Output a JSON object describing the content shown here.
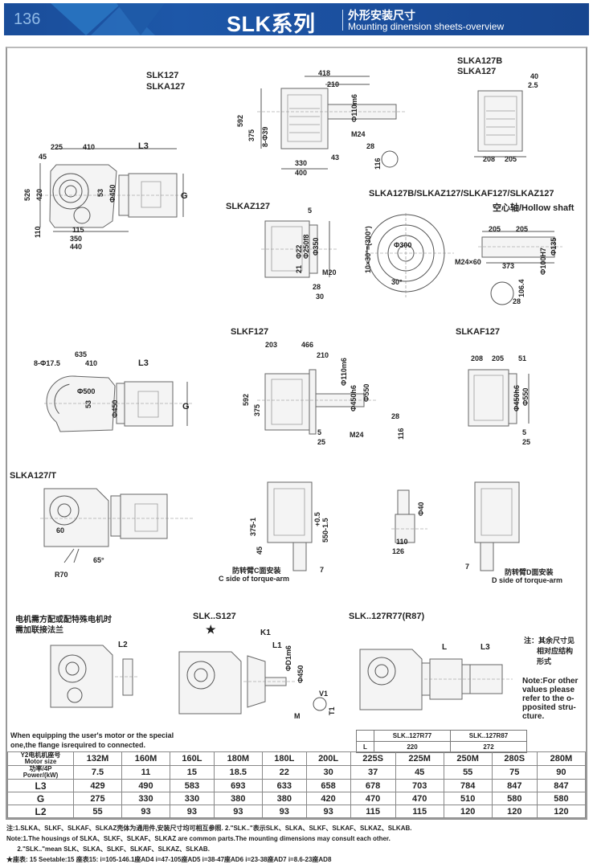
{
  "header": {
    "page_number": "136",
    "series_title": "SLK系列",
    "subtitle_cn": "外形安装尺寸",
    "subtitle_en": "Mounting dinension sheets-overview",
    "brand_color": "#1b4f9e"
  },
  "views": {
    "slk127": {
      "labels": [
        "SLK127",
        "SLKA127"
      ],
      "dims": {
        "d225": "225",
        "d410": "410",
        "L3": "L3",
        "d45": "45",
        "d526": "526",
        "d420": "420",
        "d110": "110",
        "d115": "115",
        "d350": "350",
        "d440": "440",
        "d53": "53",
        "phi450": "Φ450",
        "G": "G"
      }
    },
    "top_center": {
      "dims": {
        "d418": "418",
        "d210": "210",
        "phi110": "Φ110m6",
        "d592": "592",
        "d375": "375",
        "holes": "8-Φ39",
        "M24": "M24",
        "d330": "330",
        "d43": "43",
        "d400": "400",
        "d28": "28",
        "d116": "116"
      }
    },
    "slka127b": {
      "labels": [
        "SLKA127B",
        "SLKA127"
      ],
      "dims": {
        "d40": "40",
        "d25": "2.5",
        "d208": "208",
        "d205": "205"
      }
    },
    "slkaz127": {
      "label": "SLKAZ127",
      "dims": {
        "d5": "5",
        "phi22": "Φ22",
        "phi250": "Φ250f8",
        "phi350": "Φ350",
        "d21": "21",
        "M20": "M20",
        "d28": "28",
        "d30": "30"
      }
    },
    "flange_circle": {
      "dims": {
        "angle_spacing": "10×30°=(300°)",
        "phi300": "Φ300",
        "angle": "30°"
      }
    },
    "hollow_shaft": {
      "label": "SLKA127B/SLKAZ127/SLKAF127/SLKAZ127",
      "sublabel": "空心轴/Hollow shaft",
      "dims": {
        "d205a": "205",
        "d205b": "205",
        "phi135": "Φ135",
        "phi100": "Φ100H7",
        "M24x60": "M24×60",
        "d373": "373",
        "d106": "106.4",
        "d28": "28"
      }
    },
    "slkf127_left": {
      "dims": {
        "d635": "635",
        "holes": "8-Φ17.5",
        "d410": "410",
        "L3": "L3",
        "phi500": "Φ500",
        "d53": "53",
        "phi450": "Φ450",
        "G": "G"
      }
    },
    "slkf127": {
      "label": "SLKF127",
      "dims": {
        "d203": "203",
        "d466": "466",
        "d210": "210",
        "phi110": "Φ110m6",
        "phi450": "Φ450h6",
        "phi550": "Φ550",
        "d592": "592",
        "d375": "375",
        "M24": "M24",
        "d5": "5",
        "d25": "25",
        "d28": "28",
        "d116": "116"
      }
    },
    "slkaf127": {
      "label": "SLKAF127",
      "dims": {
        "d208": "208",
        "d205": "205",
        "d51": "51",
        "phi450": "Φ450h6",
        "phi550": "Φ550",
        "d5": "5",
        "d25": "25"
      }
    },
    "slka127t": {
      "label": "SLKA127/T",
      "dims": {
        "d60": "60",
        "angle": "65°",
        "R70": "R70"
      }
    },
    "torque_c": {
      "dims": {
        "d375": "375-1",
        "d45": "45",
        "d550": "550-1.5",
        "tol": "+0.5",
        "d7": "7"
      },
      "caption_cn": "防转臂C面安装",
      "caption_en": "C side of torque-arm"
    },
    "torque_detail": {
      "dims": {
        "phi40": "Φ40",
        "d110": "110",
        "d126": "126"
      }
    },
    "torque_d": {
      "dims": {
        "d7": "7"
      },
      "caption_cn": "防转臂D面安装",
      "caption_en": "D side of torque-arm"
    },
    "flange_note": {
      "text_cn": [
        "电机需方配或配特殊电机时",
        "需加联接法兰"
      ],
      "dims": {
        "L2": "L2"
      }
    },
    "slks127": {
      "label": "SLK..S127",
      "star": "★",
      "dims": {
        "K1": "K1",
        "L1": "L1",
        "D1": "ΦD1m6",
        "phi450": "Φ450",
        "V1": "V1",
        "T1": "T1",
        "M": "M"
      }
    },
    "slk127r77": {
      "label": "SLK..127R77(R87)",
      "dims": {
        "L": "L",
        "L3": "L3"
      },
      "note_cn": [
        "注：其余尺寸见",
        "相对应结构",
        "形式"
      ],
      "note_en": [
        "Note:For other",
        "values please",
        "refer to the o-",
        "pposited stru-",
        "cture."
      ]
    }
  },
  "motor_note_en": [
    "When equipping the user's motor or the special",
    "one,the flange isrequired to connected."
  ],
  "r_table": {
    "headers": [
      "",
      "SLK..127R77",
      "SLK..127R87"
    ],
    "row": [
      "L",
      "220",
      "272"
    ]
  },
  "main_table": {
    "row_headers": [
      {
        "cn": "Y2电机机座号",
        "en": "Motor size"
      },
      {
        "cn": "功率/4P",
        "en": "Power/(kW)"
      },
      {
        "label": "L3"
      },
      {
        "label": "G"
      },
      {
        "label": "L2"
      }
    ],
    "motor_size": [
      "132M",
      "160M",
      "160L",
      "180M",
      "180L",
      "200L",
      "225S",
      "225M",
      "250M",
      "280S",
      "280M"
    ],
    "power": [
      "7.5",
      "11",
      "15",
      "18.5",
      "22",
      "30",
      "37",
      "45",
      "55",
      "75",
      "90"
    ],
    "L3": [
      "429",
      "490",
      "583",
      "693",
      "633",
      "658",
      "678",
      "703",
      "784",
      "847",
      "847"
    ],
    "G": [
      "275",
      "330",
      "330",
      "380",
      "380",
      "420",
      "470",
      "470",
      "510",
      "580",
      "580"
    ],
    "L2": [
      "55",
      "93",
      "93",
      "93",
      "93",
      "93",
      "115",
      "115",
      "120",
      "120",
      "120"
    ]
  },
  "footnotes": [
    "注:1.SLKA、SLKF、SLKAF、SLKAZ壳体为通用件,安装尺寸均可相互参照.    2.\"SLK..\"表示SLK、SLKA、SLKF、SLKAF、SLKAZ、SLKAB.",
    "Note:1.The housings of SLKA、SLKF、SLKAF、SLKAZ are common parts.The mounting dimensions may consult each other.",
    "      2.\"SLK..\"mean SLK、SLKA、SLKF、SLKAF、SLKAZ、SLKAB.",
    "★座表: 15  Seetable:15  座表15: i=105-146.1座AD4  i=47-105座AD5  i=38-47座AD6  i=23-38座AD7  i=8.6-23座AD8"
  ]
}
